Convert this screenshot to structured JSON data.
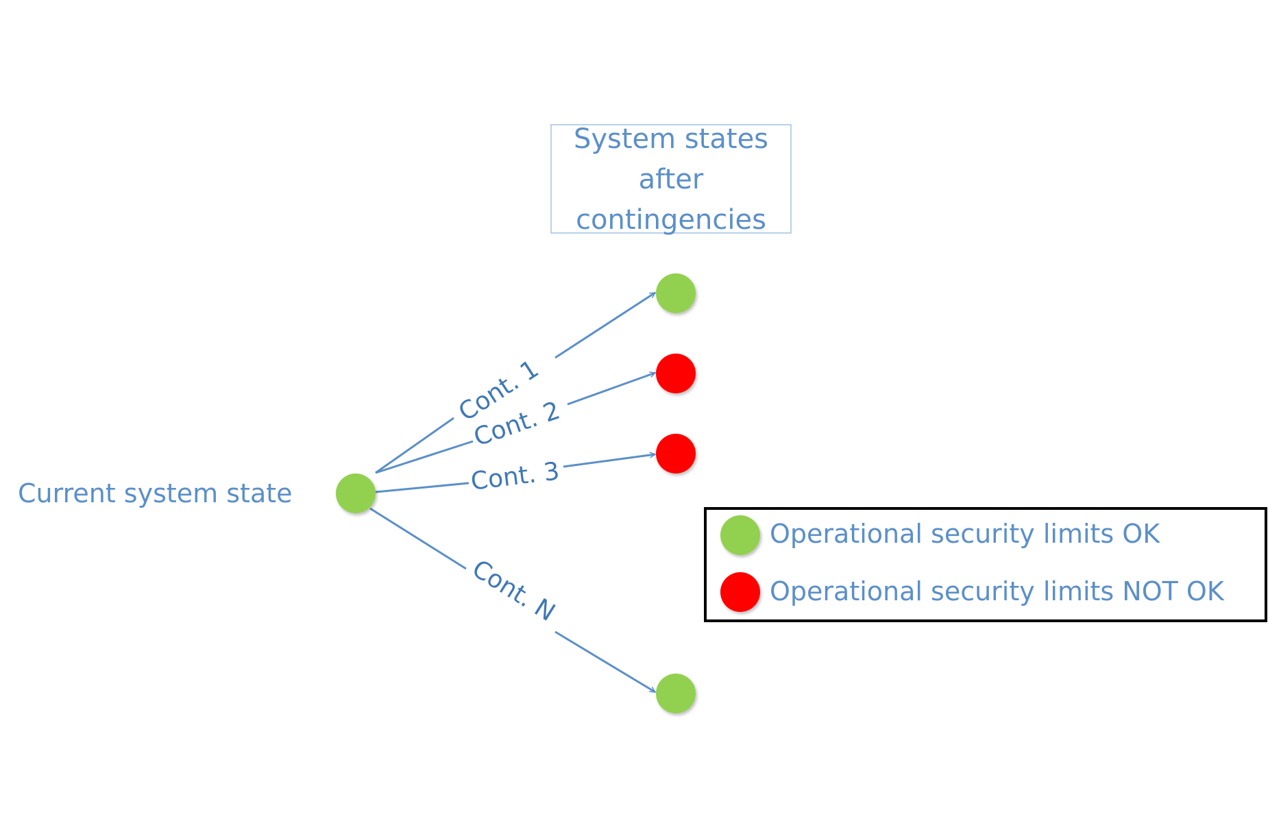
{
  "colors": {
    "edge": "#5b8fc9",
    "text": "#5b8fc9",
    "ok": "#92d050",
    "not_ok": "#ff0000",
    "legend_border": "#000000"
  },
  "title": {
    "lines": [
      "System states",
      "after",
      "contingencies"
    ]
  },
  "source_node": {
    "label": "Current system state",
    "status": "ok"
  },
  "contingencies": [
    {
      "label": "Cont. 1",
      "result_status": "ok"
    },
    {
      "label": "Cont. 2",
      "result_status": "not_ok"
    },
    {
      "label": "Cont. 3",
      "result_status": "not_ok"
    },
    {
      "label": "Cont. N",
      "result_status": "ok"
    }
  ],
  "legend": {
    "items": [
      {
        "status": "ok",
        "label": "Operational security limits OK"
      },
      {
        "status": "not_ok",
        "label": "Operational security limits NOT OK"
      }
    ]
  }
}
